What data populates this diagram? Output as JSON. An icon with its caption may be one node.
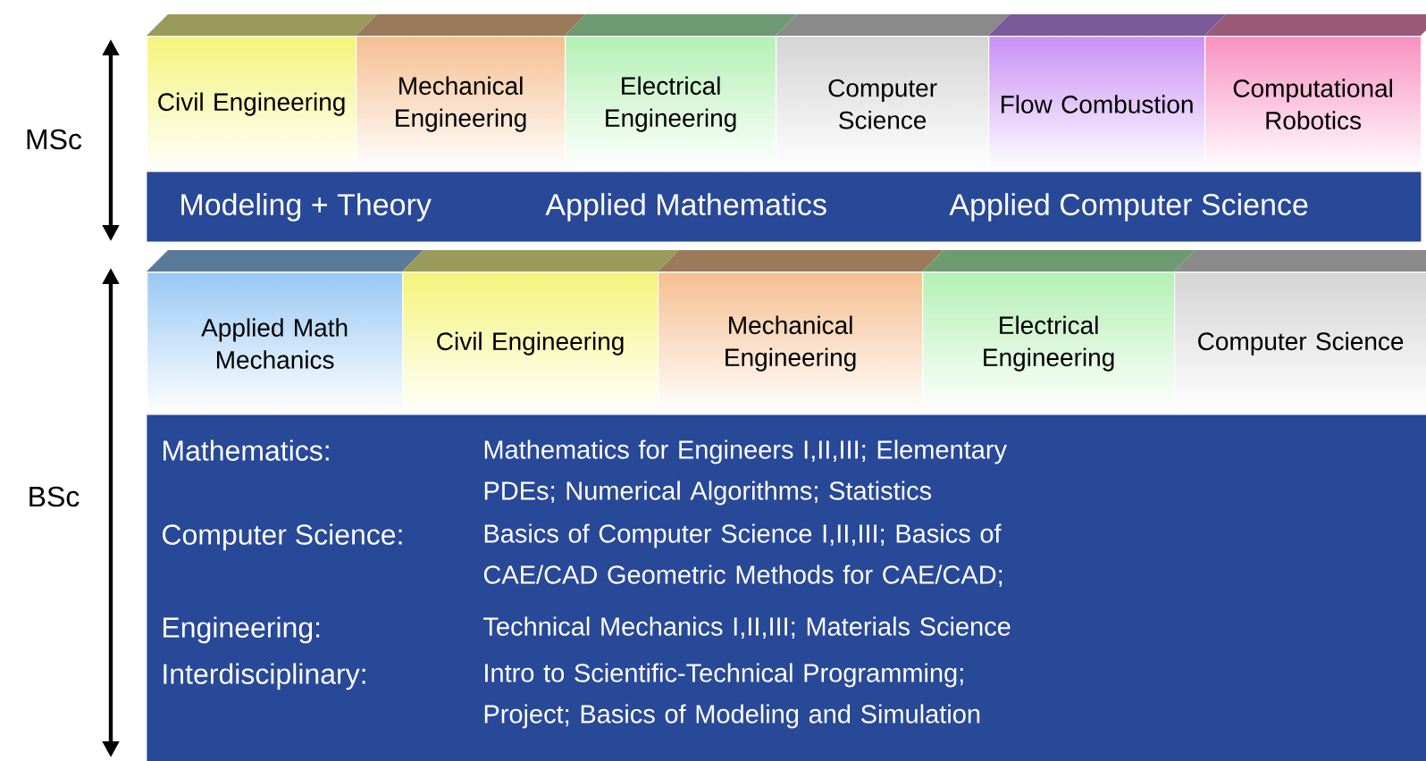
{
  "diagram": {
    "nodes": [
      {
        "text": [
          "Civil Engineering"
        ]
      },
      {
        "text": [
          "Mechanical Engineering"
        ]
      },
      {
        "text": [
          "Electrical Engineering"
        ]
      },
      {
        "text": [
          "Computer Science"
        ]
      },
      {
        "text": [
          "Flow Combustion"
        ]
      },
      {
        "text": [
          "Computational Robotics"
        ]
      },
      {
        "text": [
          "Modeling + Theory",
          "Applied Mathematics",
          "Applied Computer Science"
        ]
      },
      {
        "text": [
          "Applied Math Mechanics"
        ]
      },
      {
        "text": [
          "Civil Engineering"
        ]
      },
      {
        "text": [
          "Mechanical Engineering"
        ]
      },
      {
        "text": [
          "Electrical Engineering"
        ]
      },
      {
        "text": [
          "Computer Science"
        ]
      },
      {
        "text": [
          "Mathematics:",
          "Mathematics for Engineers I,II,III; Elementary PDEs; Numerical Algorithms; Statistics",
          "Computer Science:",
          "Basics of Computer Science I,II,III; Basics of CAE/CAD Geometric Methods for CAE/CAD;",
          "Engineering:",
          "Technical Mechanics I,II,III; Materials Science",
          "Interdisciplinary:",
          "Intro to Scientific-Technical Programming; Project; Basics of Modeling and Simulation"
        ]
      }
    ],
    "edges": [],
    "labels": [
      "MSc",
      "BSc"
    ]
  }
}
